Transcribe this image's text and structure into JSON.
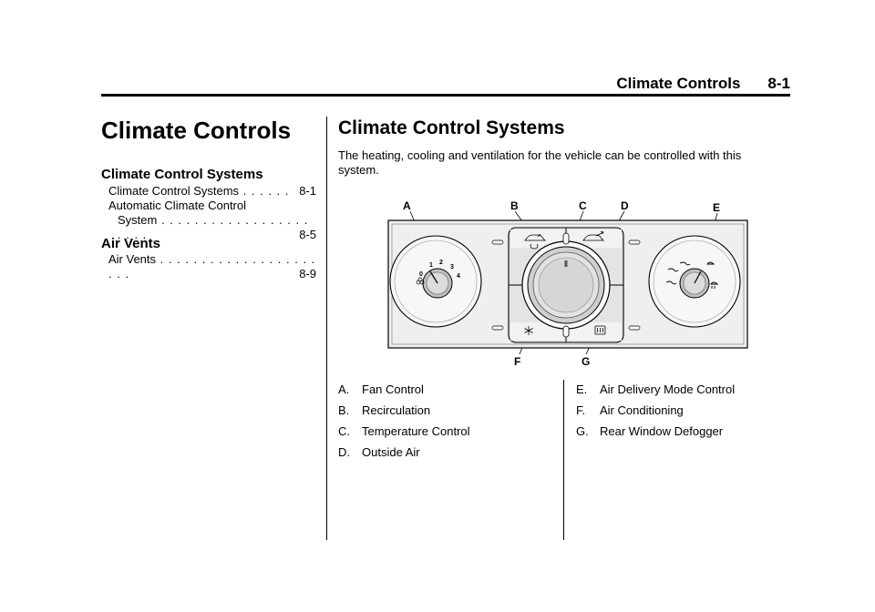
{
  "header": {
    "title": "Climate Controls",
    "page": "8-1"
  },
  "toc": {
    "title": "Climate Controls",
    "sections": [
      {
        "title": "Climate Control Systems",
        "entries": [
          {
            "text": "Climate Control Systems",
            "dots": " . . . . . .",
            "page": "8-1"
          },
          {
            "text": "Automatic Climate Control"
          },
          {
            "text": "System",
            "dots": " . . . . . . . . . . . . . . . . . . . . . .",
            "page": "8-5"
          }
        ]
      },
      {
        "title": "Air Vents",
        "entries": [
          {
            "text": "Air Vents",
            "dots": " . . . . . . . . . . . . . . . . . . . . . .",
            "page": "8-9"
          }
        ]
      }
    ]
  },
  "main": {
    "title": "Climate Control Systems",
    "intro": "The heating, cooling and ventilation for the vehicle can be controlled with this system.",
    "figure": {
      "callouts": [
        "A",
        "B",
        "C",
        "D",
        "E",
        "F",
        "G"
      ],
      "fan_labels": [
        "0",
        "1",
        "2",
        "3",
        "4"
      ]
    },
    "legend_left": [
      {
        "key": "A.",
        "text": "Fan Control"
      },
      {
        "key": "B.",
        "text": "Recirculation"
      },
      {
        "key": "C.",
        "text": "Temperature Control"
      },
      {
        "key": "D.",
        "text": "Outside Air"
      }
    ],
    "legend_right": [
      {
        "key": "E.",
        "text": "Air Delivery Mode Control"
      },
      {
        "key": "F.",
        "text": "Air Conditioning"
      },
      {
        "key": "G.",
        "text": "Rear Window Defogger"
      }
    ]
  },
  "colors": {
    "panel": "#efefef",
    "ink": "#000000"
  }
}
